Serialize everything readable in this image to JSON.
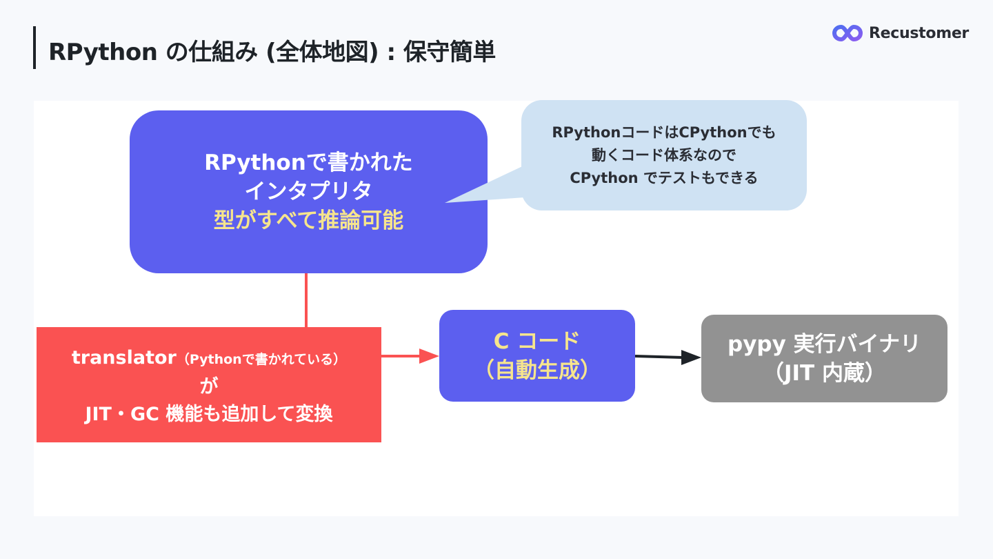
{
  "header": {
    "title": "RPython の仕組み (全体地図) : 保守簡単",
    "brand_name": "Recustomer",
    "brand_logo_icon": "infinity-logo-icon"
  },
  "diagram": {
    "interpreter": {
      "line1": "RPythonで書かれた",
      "line2": "インタプリタ",
      "line3": "型がすべて推論可能"
    },
    "callout": {
      "line1": "RPythonコードはCPythonでも",
      "line2": "動くコード体系なので",
      "line3": "CPython でテストもできる"
    },
    "translator": {
      "main": "translator",
      "note": "（Pythonで書かれている）",
      "line2": "が",
      "line3": "JIT・GC 機能も追加して変換"
    },
    "ccode": {
      "line1": "C コード",
      "line2": "（自動生成）"
    },
    "binary": {
      "line1": "pypy 実行バイナリ",
      "line2": "（JIT 内蔵）"
    }
  },
  "colors": {
    "background": "#f7f9fc",
    "canvas": "#ffffff",
    "primary_node": "#5c5fef",
    "translator_node": "#fa5252",
    "binary_node": "#929292",
    "callout": "#cfe2f3",
    "highlight_text": "#f6e58d",
    "connector_red": "#fa5252",
    "connector_dark": "#1e2328"
  }
}
